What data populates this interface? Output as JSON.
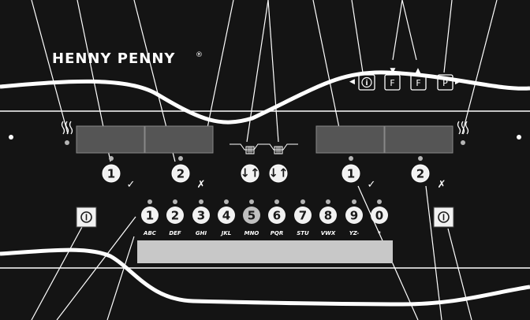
{
  "brand": {
    "name": "HENNY PENNY",
    "mark": "®"
  },
  "nav_keys": {
    "left_arrow": "◀",
    "info": "i",
    "down_arrow": "▼",
    "f_key_1": "F",
    "up_arrow": "▲",
    "f_key_2": "F",
    "p_key": "P",
    "right_arrow": "▶"
  },
  "left_side": {
    "heat_icon": "heat-icon",
    "product_buttons": [
      {
        "label": "1",
        "mark": "✓"
      },
      {
        "label": "2",
        "mark": "✗"
      }
    ],
    "power_button": "power-icon"
  },
  "right_side": {
    "heat_icon": "heat-icon",
    "product_buttons": [
      {
        "label": "1",
        "mark": "✓"
      },
      {
        "label": "2",
        "mark": "✗"
      }
    ],
    "power_button": "power-icon"
  },
  "basket_lift_buttons": [
    {
      "symbol": "↓↑"
    },
    {
      "symbol": "↓↑"
    }
  ],
  "keypad": [
    {
      "digit": "1",
      "letters": "ABC"
    },
    {
      "digit": "2",
      "letters": "DEF"
    },
    {
      "digit": "3",
      "letters": "GHI"
    },
    {
      "digit": "4",
      "letters": "JKL"
    },
    {
      "digit": "5",
      "letters": "MNO"
    },
    {
      "digit": "6",
      "letters": "PQR"
    },
    {
      "digit": "7",
      "letters": "STU"
    },
    {
      "digit": "8",
      "letters": "VWX"
    },
    {
      "digit": "9",
      "letters": "YZ-"
    },
    {
      "digit": "0",
      "letters": "*"
    }
  ],
  "colors": {
    "panel": "#141414",
    "display": "#555555",
    "message_display": "#c8c8c8",
    "button_face": "#f2f2f2",
    "button_face_highlight": "#c0c0c0",
    "led": "#b5b5b5"
  }
}
